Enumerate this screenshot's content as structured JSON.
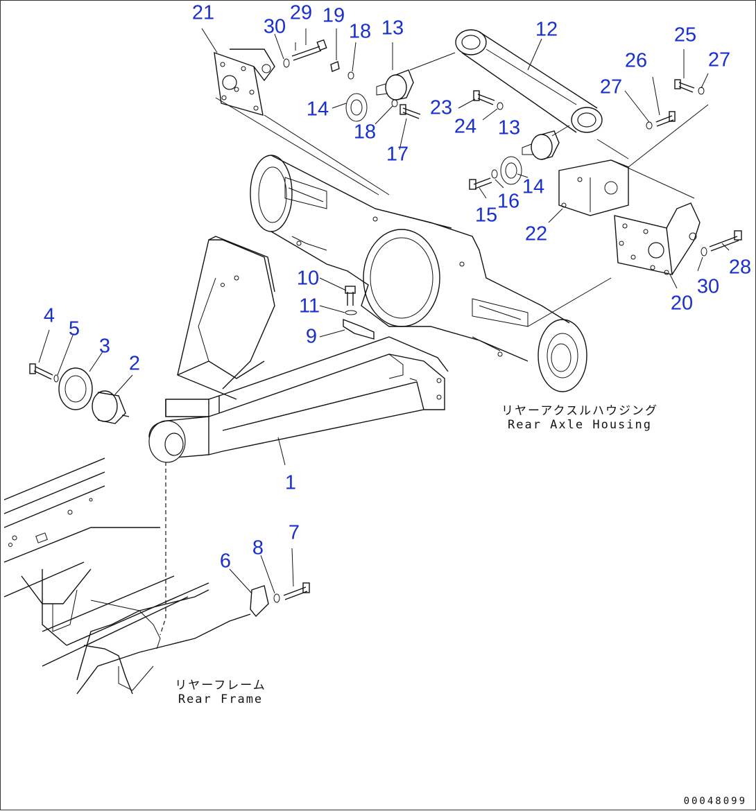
{
  "callouts": [
    {
      "id": "1",
      "label": "1"
    },
    {
      "id": "2",
      "label": "2"
    },
    {
      "id": "3",
      "label": "3"
    },
    {
      "id": "4",
      "label": "4"
    },
    {
      "id": "5",
      "label": "5"
    },
    {
      "id": "6",
      "label": "6"
    },
    {
      "id": "7",
      "label": "7"
    },
    {
      "id": "8",
      "label": "8"
    },
    {
      "id": "9",
      "label": "9"
    },
    {
      "id": "10",
      "label": "10"
    },
    {
      "id": "11",
      "label": "11"
    },
    {
      "id": "12",
      "label": "12"
    },
    {
      "id": "13a",
      "label": "13"
    },
    {
      "id": "13b",
      "label": "13"
    },
    {
      "id": "14a",
      "label": "14"
    },
    {
      "id": "14b",
      "label": "14"
    },
    {
      "id": "15",
      "label": "15"
    },
    {
      "id": "16",
      "label": "16"
    },
    {
      "id": "17",
      "label": "17"
    },
    {
      "id": "18a",
      "label": "18"
    },
    {
      "id": "18b",
      "label": "18"
    },
    {
      "id": "19",
      "label": "19"
    },
    {
      "id": "20",
      "label": "20"
    },
    {
      "id": "21",
      "label": "21"
    },
    {
      "id": "22",
      "label": "22"
    },
    {
      "id": "23",
      "label": "23"
    },
    {
      "id": "24",
      "label": "24"
    },
    {
      "id": "25",
      "label": "25"
    },
    {
      "id": "26",
      "label": "26"
    },
    {
      "id": "27a",
      "label": "27"
    },
    {
      "id": "27b",
      "label": "27"
    },
    {
      "id": "28",
      "label": "28"
    },
    {
      "id": "29",
      "label": "29"
    },
    {
      "id": "30a",
      "label": "30"
    },
    {
      "id": "30b",
      "label": "30"
    }
  ],
  "labels": {
    "rear_axle_housing_jp": "リヤーアクスルハウジング",
    "rear_axle_housing_en": "Rear Axle Housing",
    "rear_frame_jp": "リヤーフレーム",
    "rear_frame_en": "Rear Frame"
  },
  "doc_number": "00048099",
  "colors": {
    "callout": "#1a2fd0",
    "line": "#111111"
  }
}
